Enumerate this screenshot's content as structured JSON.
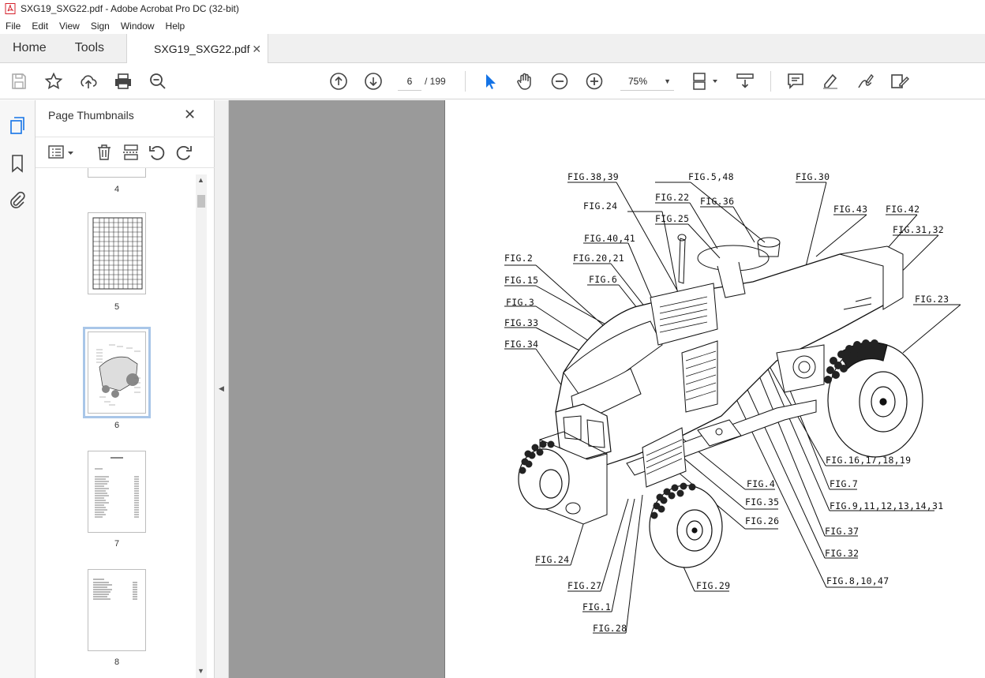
{
  "window": {
    "title": "SXG19_SXG22.pdf - Adobe Acrobat Pro DC (32-bit)"
  },
  "menu": [
    "File",
    "Edit",
    "View",
    "Sign",
    "Window",
    "Help"
  ],
  "tabs": {
    "home": "Home",
    "tools": "Tools",
    "document": "SXG19_SXG22.pdf"
  },
  "toolbar": {
    "page_current": "6",
    "page_total": "/ 199",
    "zoom": "75%"
  },
  "thumbnails_panel": {
    "title": "Page Thumbnails",
    "pages": [
      {
        "label": "4"
      },
      {
        "label": "5"
      },
      {
        "label": "6",
        "selected": true
      },
      {
        "label": "7"
      },
      {
        "label": "8"
      }
    ]
  },
  "diagram_labels": {
    "fig38_39": "FIG.38,39",
    "fig5_48": "FIG.5,48",
    "fig30": "FIG.30",
    "fig22": "FIG.22",
    "fig36": "FIG.36",
    "fig24_top": "FIG.24",
    "fig43": "FIG.43",
    "fig42": "FIG.42",
    "fig25": "FIG.25",
    "fig31_32": "FIG.31,32",
    "fig40_41": "FIG.40,41",
    "fig2": "FIG.2",
    "fig20_21": "FIG.20,21",
    "fig23": "FIG.23",
    "fig15": "FIG.15",
    "fig6": "FIG.6",
    "fig3": "FIG.3",
    "fig33": "FIG.33",
    "fig34": "FIG.34",
    "fig16_19": "FIG.16,17,18,19",
    "fig4": "FIG.4",
    "fig7": "FIG.7",
    "fig35": "FIG.35",
    "fig9_31": "FIG.9,11,12,13,14,31",
    "fig26": "FIG.26",
    "fig37": "FIG.37",
    "fig32": "FIG.32",
    "fig24_bottom": "FIG.24",
    "fig8_10_47": "FIG.8,10,47",
    "fig27": "FIG.27",
    "fig29": "FIG.29",
    "fig1": "FIG.1",
    "fig28": "FIG.28"
  },
  "colors": {
    "panel_bg": "#f0f0f0",
    "doc_bg": "#9a9a9a",
    "accent": "#1473e6",
    "acrobat_red": "#d4202b"
  }
}
